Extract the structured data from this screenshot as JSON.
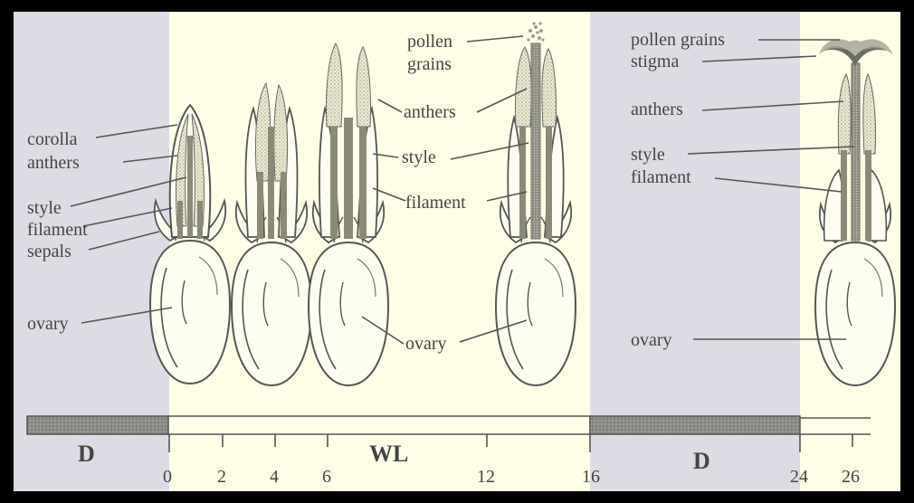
{
  "colors": {
    "dark_period_bg": "#dcdce4",
    "light_period_bg": "#fefee6",
    "frame": "#000000",
    "ink": "#555555",
    "organ_fill": "#8a8a76",
    "anther_fill": "#e6e6c8"
  },
  "left_labels": {
    "corolla": "corolla",
    "anthers": "anthers",
    "style": "style",
    "filament": "filament",
    "sepals": "sepals",
    "ovary": "ovary"
  },
  "middle_labels": {
    "pollen": "pollen",
    "grains": "grains",
    "anthers": "anthers",
    "style": "style",
    "filament": "filament",
    "ovary": "ovary"
  },
  "right_labels": {
    "pollen_grains": "pollen grains",
    "stigma": "stigma",
    "anthers": "anthers",
    "style": "style",
    "filament": "filament",
    "ovary": "ovary"
  },
  "timeline": {
    "period_labels": {
      "dark1": "D",
      "light": "WL",
      "dark2": "D"
    },
    "ticks": [
      "0",
      "2",
      "4",
      "6",
      "12",
      "16",
      "24",
      "26"
    ]
  }
}
